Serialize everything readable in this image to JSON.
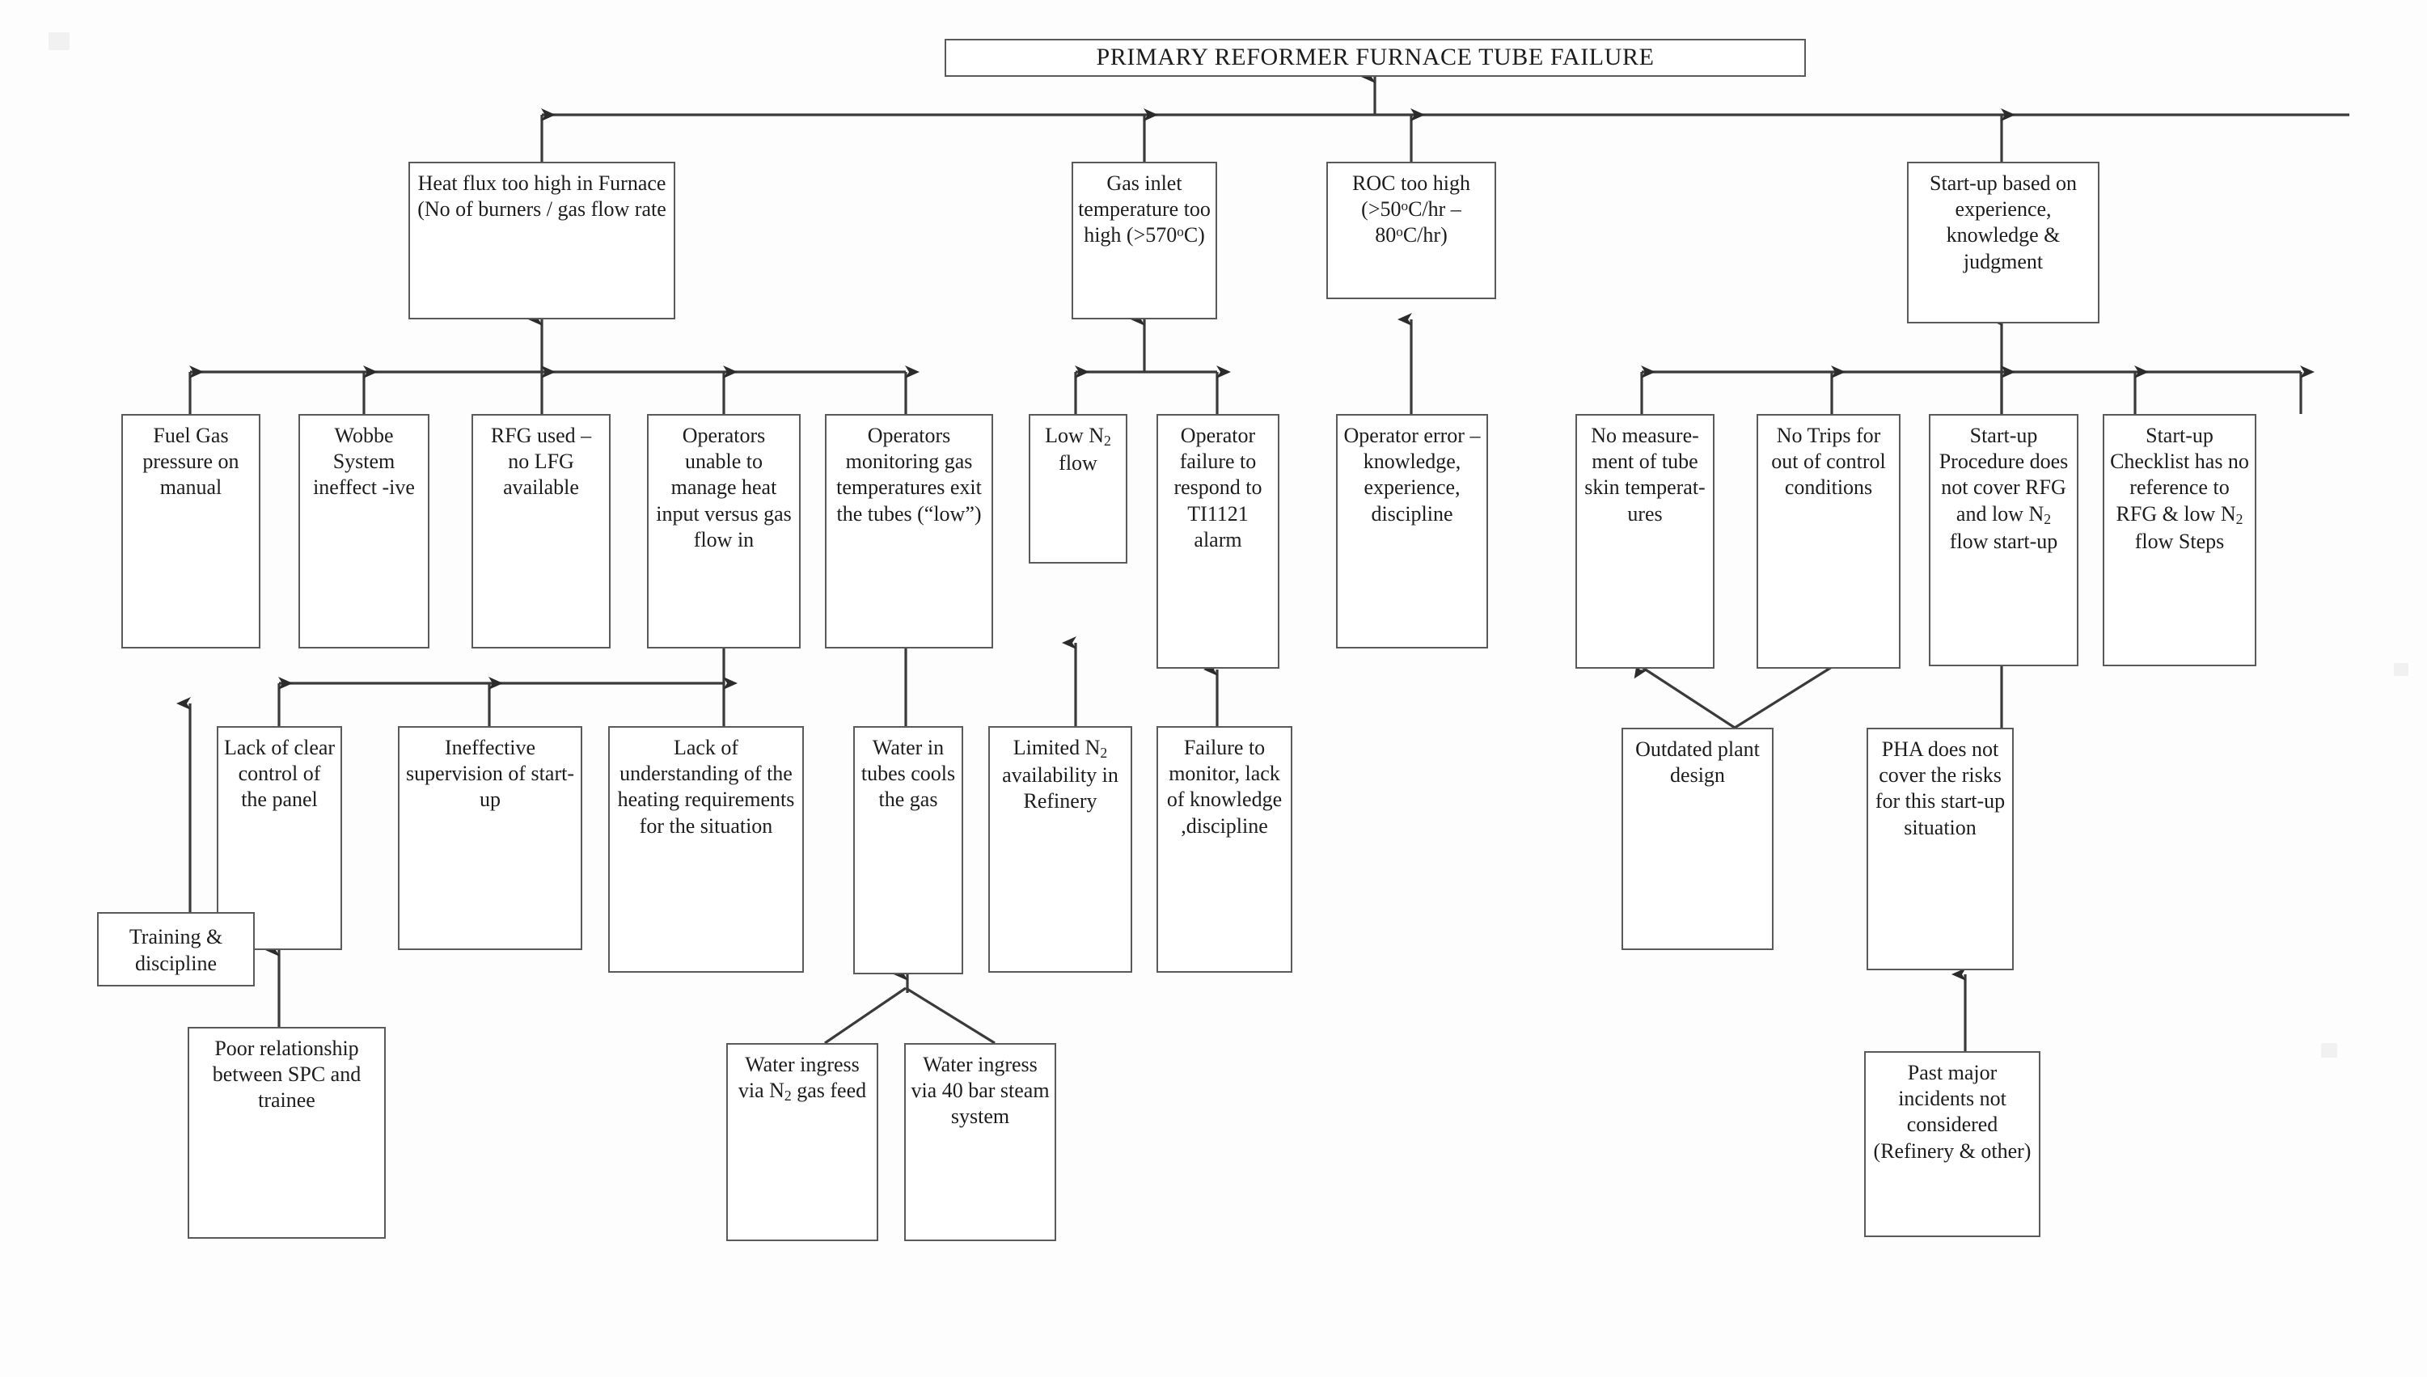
{
  "diagram": {
    "title": "PRIMARY REFORMER FURNACE TUBE FAILURE",
    "type": "fault-tree",
    "colors": {
      "box_border": "#5a5a5a",
      "box_fill": "#ffffff",
      "connector": "#3a3a3a",
      "page": "#fdfdfd"
    },
    "nodes": {
      "root": {
        "label": "PRIMARY REFORMER FURNACE TUBE FAILURE",
        "level": 1
      },
      "heat_flux": {
        "label": "Heat flux too high in Furnace (No of burners / gas flow rate",
        "level": 2
      },
      "gas_inlet_temp": {
        "label": "Gas inlet temperature too high (>570°C)",
        "level": 2
      },
      "roc_too_high": {
        "label": "ROC too high (>50°C/hr – 80°C/hr)",
        "level": 2
      },
      "startup_based": {
        "label": "Start-up based on experience, knowledge & judgment",
        "level": 2
      },
      "fuel_gas_manual": {
        "label": "Fuel Gas pressure on manual",
        "level": 3
      },
      "wobbe": {
        "label": "Wobbe System ineffect -ive",
        "level": 3
      },
      "rfg_used": {
        "label": "RFG used – no LFG available",
        "level": 3
      },
      "ops_unable": {
        "label": "Operators unable to manage heat input versus gas flow in",
        "level": 3
      },
      "ops_monitoring": {
        "label": "Operators monitoring gas temperatures exit the tubes (“low”)",
        "level": 3
      },
      "low_n2_flow": {
        "label": "Low N₂ flow",
        "level": 3
      },
      "op_fail_respond": {
        "label": "Operator failure to respond to TI1121 alarm",
        "level": 3
      },
      "operator_error": {
        "label": "Operator error – knowledge, experience, discipline",
        "level": 3
      },
      "no_measurement": {
        "label": "No measure-ment of tube skin temperat-ures",
        "level": 3
      },
      "no_trips": {
        "label": "No Trips for out of control conditions",
        "level": 3
      },
      "startup_proc": {
        "label": "Start-up Procedure does not cover RFG and low N₂ flow start-up",
        "level": 3
      },
      "startup_check": {
        "label": "Start-up Checklist has no reference to RFG & low N₂ flow Steps",
        "level": 3
      },
      "lack_control": {
        "label": "Lack of clear control of the panel",
        "level": 4
      },
      "ineff_super": {
        "label": "Ineffective supervision of start-up",
        "level": 4
      },
      "lack_underst": {
        "label": "Lack of understanding of the heating requirements for the situation",
        "level": 4
      },
      "water_in_tubes": {
        "label": "Water in tubes cools the gas",
        "level": 4
      },
      "limited_n2": {
        "label": "Limited N₂ availability in Refinery",
        "level": 4
      },
      "fail_monitor": {
        "label": "Failure to monitor, lack of knowledge ,discipline",
        "level": 4
      },
      "outdated_plant": {
        "label": "Outdated plant design",
        "level": 4
      },
      "pha_not_cover": {
        "label": "PHA does not cover the risks for this start-up situation",
        "level": 4
      },
      "training_disc": {
        "label": "Training & discipline",
        "level": 5
      },
      "poor_relation": {
        "label": "Poor relationship between SPC and trainee",
        "level": 5
      },
      "water_n2_feed": {
        "label": "Water ingress via N₂ gas feed",
        "level": 5
      },
      "water_40bar": {
        "label": "Water ingress via 40 bar steam system",
        "level": 5
      },
      "past_incidents": {
        "label": "Past major incidents not considered (Refinery & other)",
        "level": 5
      }
    },
    "edges": [
      {
        "from": "heat_flux",
        "to": "root"
      },
      {
        "from": "gas_inlet_temp",
        "to": "root"
      },
      {
        "from": "roc_too_high",
        "to": "root"
      },
      {
        "from": "startup_based",
        "to": "root"
      },
      {
        "from": "fuel_gas_manual",
        "to": "heat_flux"
      },
      {
        "from": "wobbe",
        "to": "heat_flux"
      },
      {
        "from": "rfg_used",
        "to": "heat_flux"
      },
      {
        "from": "ops_unable",
        "to": "heat_flux"
      },
      {
        "from": "ops_monitoring",
        "to": "heat_flux"
      },
      {
        "from": "low_n2_flow",
        "to": "gas_inlet_temp"
      },
      {
        "from": "op_fail_respond",
        "to": "gas_inlet_temp"
      },
      {
        "from": "operator_error",
        "to": "roc_too_high"
      },
      {
        "from": "no_measurement",
        "to": "startup_based"
      },
      {
        "from": "no_trips",
        "to": "startup_based"
      },
      {
        "from": "startup_proc",
        "to": "startup_based"
      },
      {
        "from": "startup_check",
        "to": "startup_based"
      },
      {
        "from": "pha_not_cover",
        "to": "startup_based"
      },
      {
        "from": "lack_control",
        "to": "ops_unable"
      },
      {
        "from": "ineff_super",
        "to": "ops_unable"
      },
      {
        "from": "lack_underst",
        "to": "ops_unable"
      },
      {
        "from": "water_in_tubes",
        "to": "ops_monitoring"
      },
      {
        "from": "limited_n2",
        "to": "low_n2_flow"
      },
      {
        "from": "fail_monitor",
        "to": "op_fail_respond"
      },
      {
        "from": "outdated_plant",
        "to": "no_measurement"
      },
      {
        "from": "outdated_plant",
        "to": "no_trips"
      },
      {
        "from": "training_disc",
        "to": "fuel_gas_manual"
      },
      {
        "from": "poor_relation",
        "to": "lack_control"
      },
      {
        "from": "water_n2_feed",
        "to": "water_in_tubes"
      },
      {
        "from": "water_40bar",
        "to": "water_in_tubes"
      },
      {
        "from": "past_incidents",
        "to": "pha_not_cover"
      }
    ]
  }
}
